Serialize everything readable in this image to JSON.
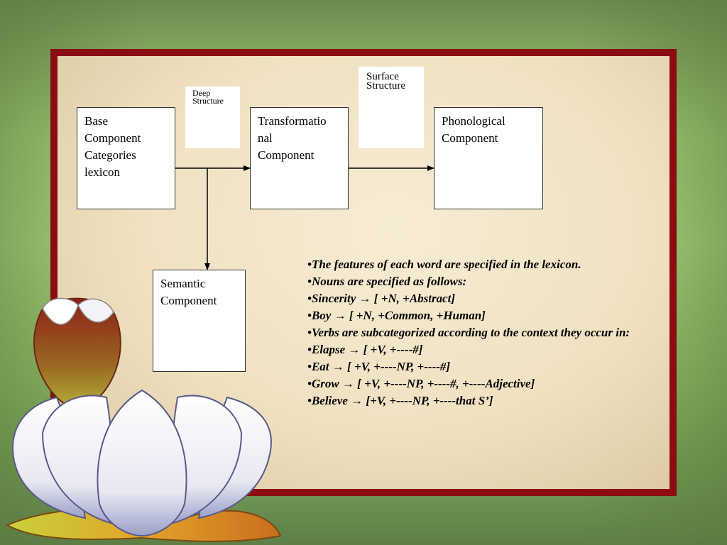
{
  "diagram": {
    "boxes": {
      "base": [
        "Base",
        "Component",
        "Categories",
        "lexicon"
      ],
      "transformational": [
        "Transformatio",
        "nal",
        "Component"
      ],
      "phonological": [
        "Phonological",
        "Component"
      ],
      "semantic": [
        "Semantic",
        "Component"
      ]
    },
    "labels": {
      "deep": [
        "Deep",
        "Structure"
      ],
      "surface": [
        "Surface",
        "Structure"
      ]
    }
  },
  "bullets": [
    "•The features of each word are specified in the lexicon.",
    "•Nouns are specified as follows:",
    "•Sincerity → [ +N, +Abstract]",
    "•Boy → [ +N, +Common, +Human]",
    "•Verbs are subcategorized according to the context they occur in:",
    "•Elapse → [ +V, +----#]",
    "•Eat → [ +V, +----NP, +----#]",
    "•Grow → [ +V, +----NP, +----#, +----Adjective]",
    "•Believe → [+V, +----NP, +----that S’]"
  ],
  "colors": {
    "frame": "#8b0d12",
    "background": "#a9d37c"
  },
  "icons": [
    "lotus-flower-icon"
  ]
}
